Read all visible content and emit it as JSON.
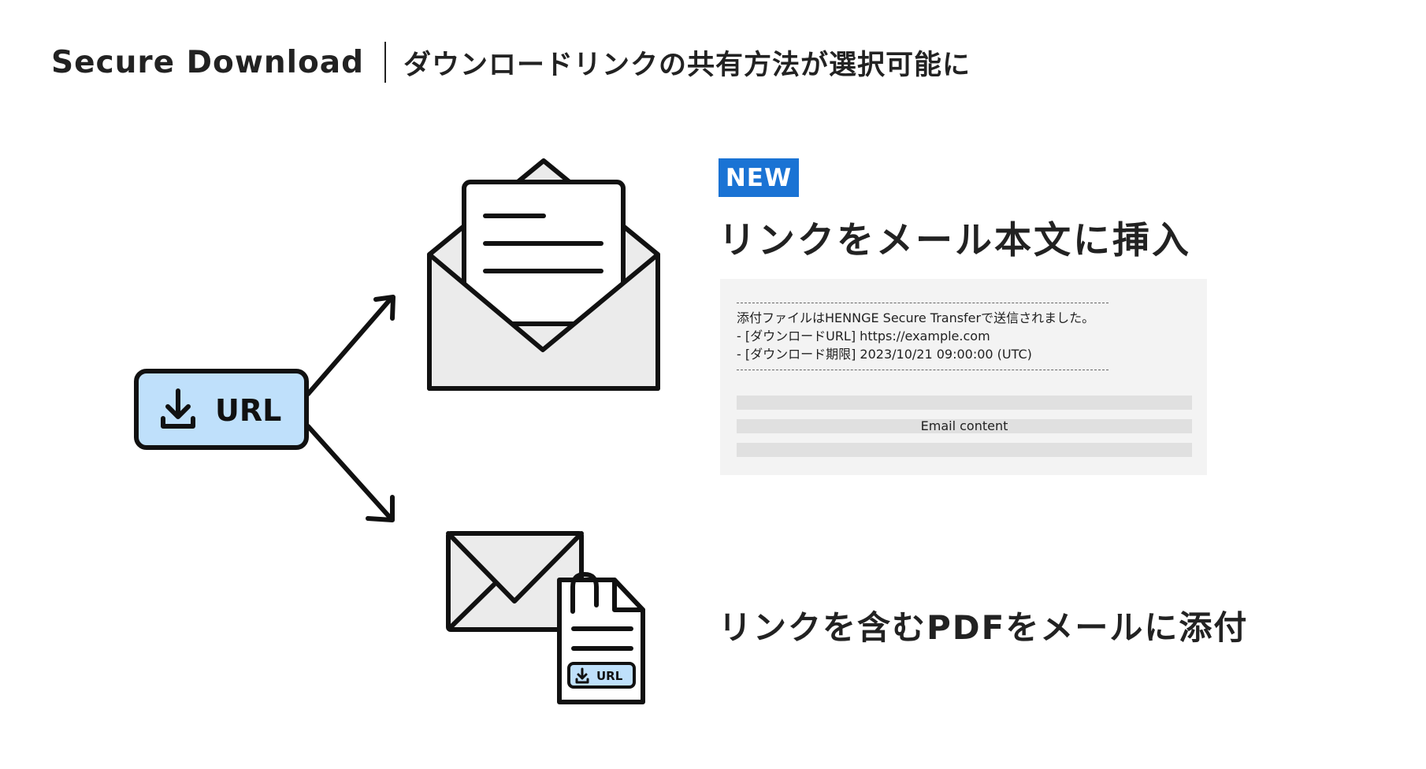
{
  "header": {
    "brand": "Secure Download",
    "subtitle": "ダウンロードリンクの共有方法が選択可能に"
  },
  "source": {
    "url_label": "URL"
  },
  "option_insert": {
    "badge": "NEW",
    "title": "リンクをメール本文に挿入",
    "mail_preview": {
      "line1": "添付ファイルはHENNGE Secure Transferで送信されました。",
      "line2": "- [ダウンロードURL] https://example.com",
      "line3": "- [ダウンロード期限] 2023/10/21 09:00:00 (UTC)",
      "content_label": "Email content"
    }
  },
  "option_attach": {
    "title": "リンクを含むPDFをメールに添付",
    "pdf_url_label": "URL"
  },
  "colors": {
    "accent": "#1a73d4",
    "url_fill": "#bfe0fb",
    "icon_fill": "#ebebeb",
    "preview_bg": "#f3f3f3"
  }
}
